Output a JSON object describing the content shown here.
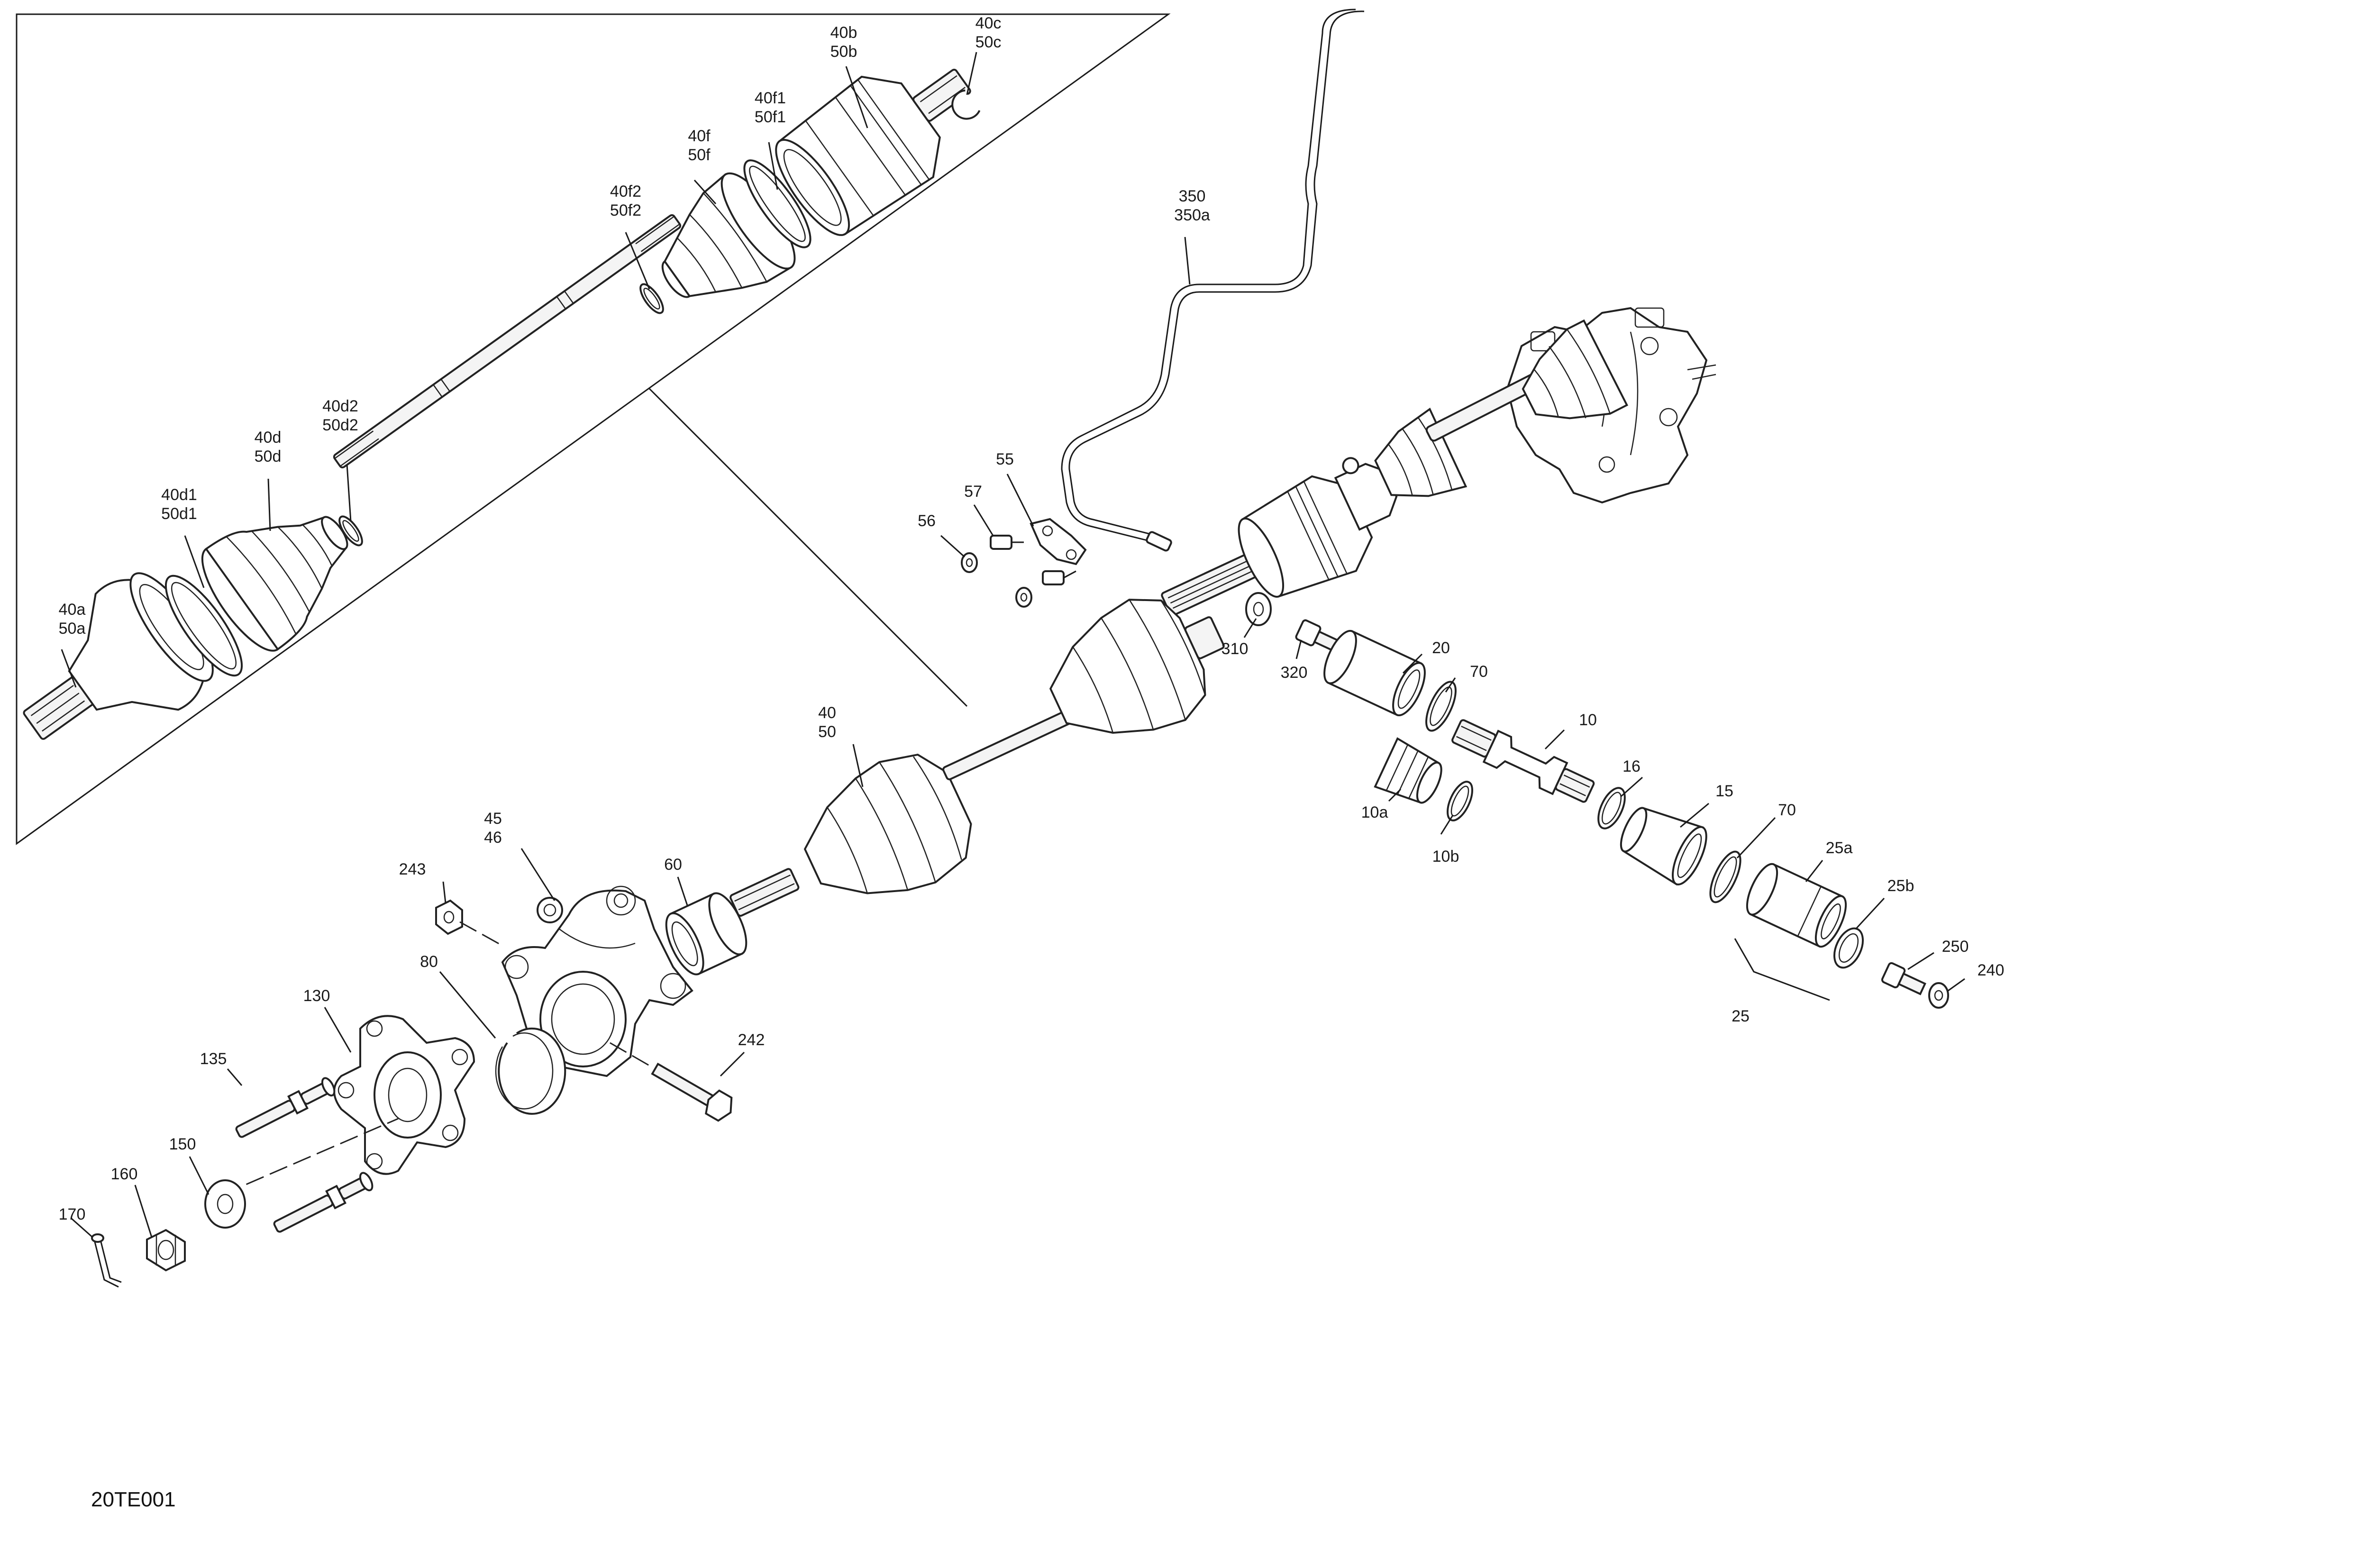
{
  "diagram_code": "20TE001",
  "callouts": {
    "c40c": [
      "40c",
      "50c"
    ],
    "c40b": [
      "40b",
      "50b"
    ],
    "c40f1": [
      "40f1",
      "50f1"
    ],
    "c40f": [
      "40f",
      "50f"
    ],
    "c40f2": [
      "40f2",
      "50f2"
    ],
    "c40d2": [
      "40d2",
      "50d2"
    ],
    "c40d": [
      "40d",
      "50d"
    ],
    "c40d1": [
      "40d1",
      "50d1"
    ],
    "c40a": [
      "40a",
      "50a"
    ],
    "c350": [
      "350",
      "350a"
    ],
    "c55": "55",
    "c57": "57",
    "c56": "56",
    "c310": "310",
    "c320": "320",
    "c20": "20",
    "c70a": "70",
    "c10": "10",
    "c10a": "10a",
    "c10b": "10b",
    "c16": "16",
    "c15": "15",
    "c70b": "70",
    "c25a": "25a",
    "c25b": "25b",
    "c250": "250",
    "c240": "240",
    "c25": "25",
    "c40": [
      "40",
      "50"
    ],
    "c45": [
      "45",
      "46"
    ],
    "c60": "60",
    "c243": "243",
    "c80": "80",
    "c130": "130",
    "c135": "135",
    "c242": "242",
    "c150": "150",
    "c160": "160",
    "c170": "170"
  }
}
